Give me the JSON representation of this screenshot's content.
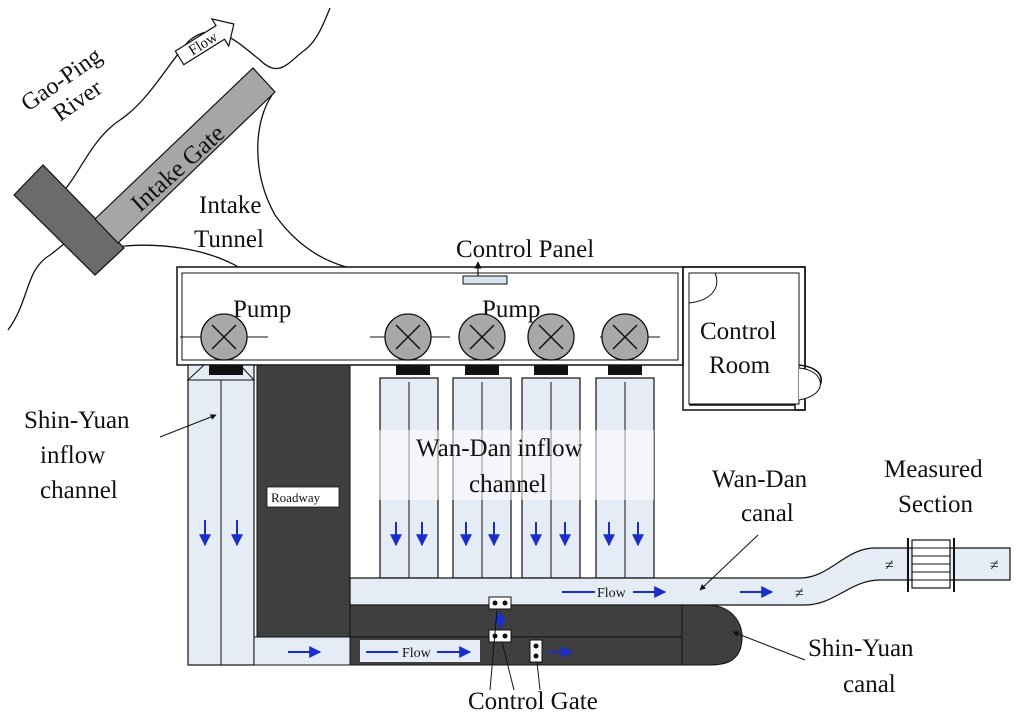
{
  "labels": {
    "river": [
      "Gao-Ping",
      "River"
    ],
    "flow_arrow": "Flow",
    "intake_gate": "Intake Gate",
    "intake_tunnel": [
      "Intake",
      "Tunnel"
    ],
    "control_panel": "Control Panel",
    "pump_left": "Pump",
    "pump_right": "Pump",
    "control_room": [
      "Control",
      "Room"
    ],
    "shin_yuan_inflow": [
      "Shin-Yuan",
      "inflow",
      "channel"
    ],
    "roadway": "Roadway",
    "wan_dan_inflow": [
      "Wan-Dan inflow",
      "channel"
    ],
    "wan_dan_canal": [
      "Wan-Dan",
      "canal"
    ],
    "measured_section": [
      "Measured",
      "Section"
    ],
    "shin_yuan_canal": [
      "Shin-Yuan",
      "canal"
    ],
    "control_gate": "Control Gate",
    "flow_channel_upper": "Flow",
    "flow_channel_lower": "Flow"
  },
  "colors": {
    "channel_fill": "#e6ecf6",
    "dark_fill": "#3f3f3f",
    "pump_fill": "#a8a8a8",
    "gate_fill": "#a6a6a6",
    "arrow_blue": "#1a2fc8",
    "outline": "#111111"
  }
}
